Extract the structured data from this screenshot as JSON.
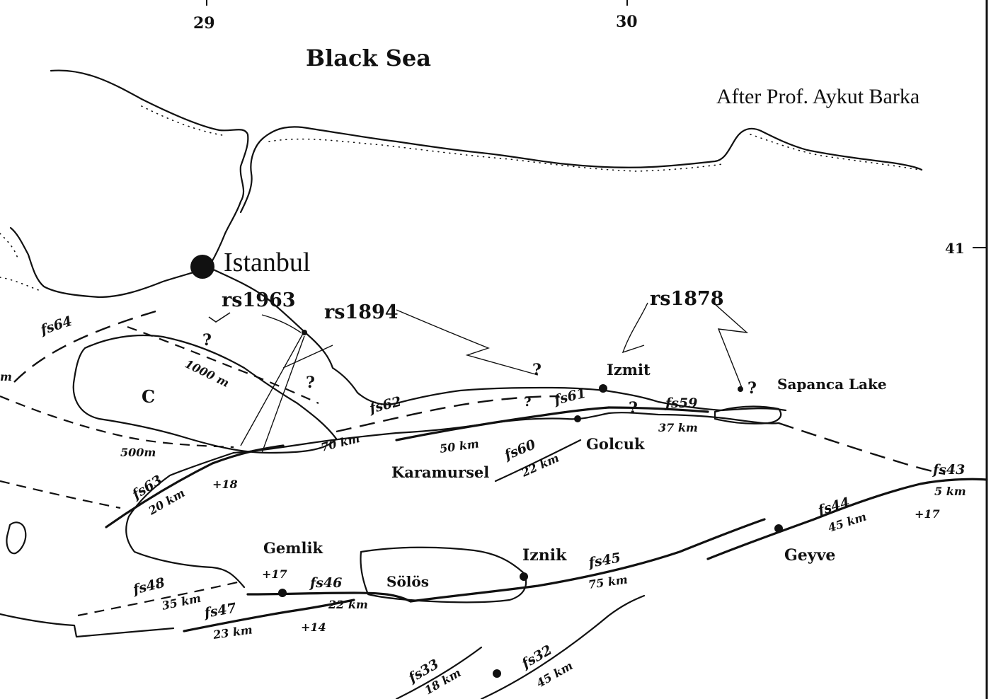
{
  "map": {
    "credit": "After Prof. Aykut Barka",
    "sea_label": "Black Sea",
    "longitude_ticks": [
      "29",
      "30"
    ],
    "latitude_ticks": [
      "41"
    ],
    "cities": {
      "istanbul": "Istanbul",
      "izmit": "Izmit",
      "golcuk": "Golcuk",
      "karamursel": "Karamursel",
      "gemlik": "Gemlik",
      "solos": "Sölös",
      "iznik": "Iznik",
      "geyve": "Geyve",
      "sapanca": "Sapanca Lake",
      "basin_c": "C"
    },
    "ruptures": {
      "rs1963": "rs1963",
      "rs1894": "rs1894",
      "rs1878": "rs1878"
    },
    "fault_segments": {
      "fs64": "fs64",
      "fs63": "fs63",
      "fs62": "fs62",
      "fs61": "fs61",
      "fs60": "fs60",
      "fs59": "fs59",
      "fs48": "fs48",
      "fs47": "fs47",
      "fs46": "fs46",
      "fs45": "fs45",
      "fs44": "fs44",
      "fs43": "fs43",
      "fs33": "fs33",
      "fs32": "fs32"
    },
    "distances": {
      "d1000m": "1000 m",
      "d500m": "500m",
      "d70km": "70 km",
      "d50km": "50 km",
      "d22km_a": "22 km",
      "d37km": "37 km",
      "d20km": "20 km",
      "d35km": "35 km",
      "d23km": "23 km",
      "d22km_b": "22 km",
      "d75km": "75 km",
      "d45km_a": "45 km",
      "d5km": "5 km",
      "d18km": "18 km",
      "d45km_b": "45 km",
      "d_m": "m"
    },
    "offsets": {
      "p18": "+18",
      "p17_a": "+17",
      "p14": "+14",
      "p17_b": "+17"
    },
    "question_marks": [
      "?",
      "?",
      "?",
      "?",
      "?",
      "?"
    ]
  }
}
